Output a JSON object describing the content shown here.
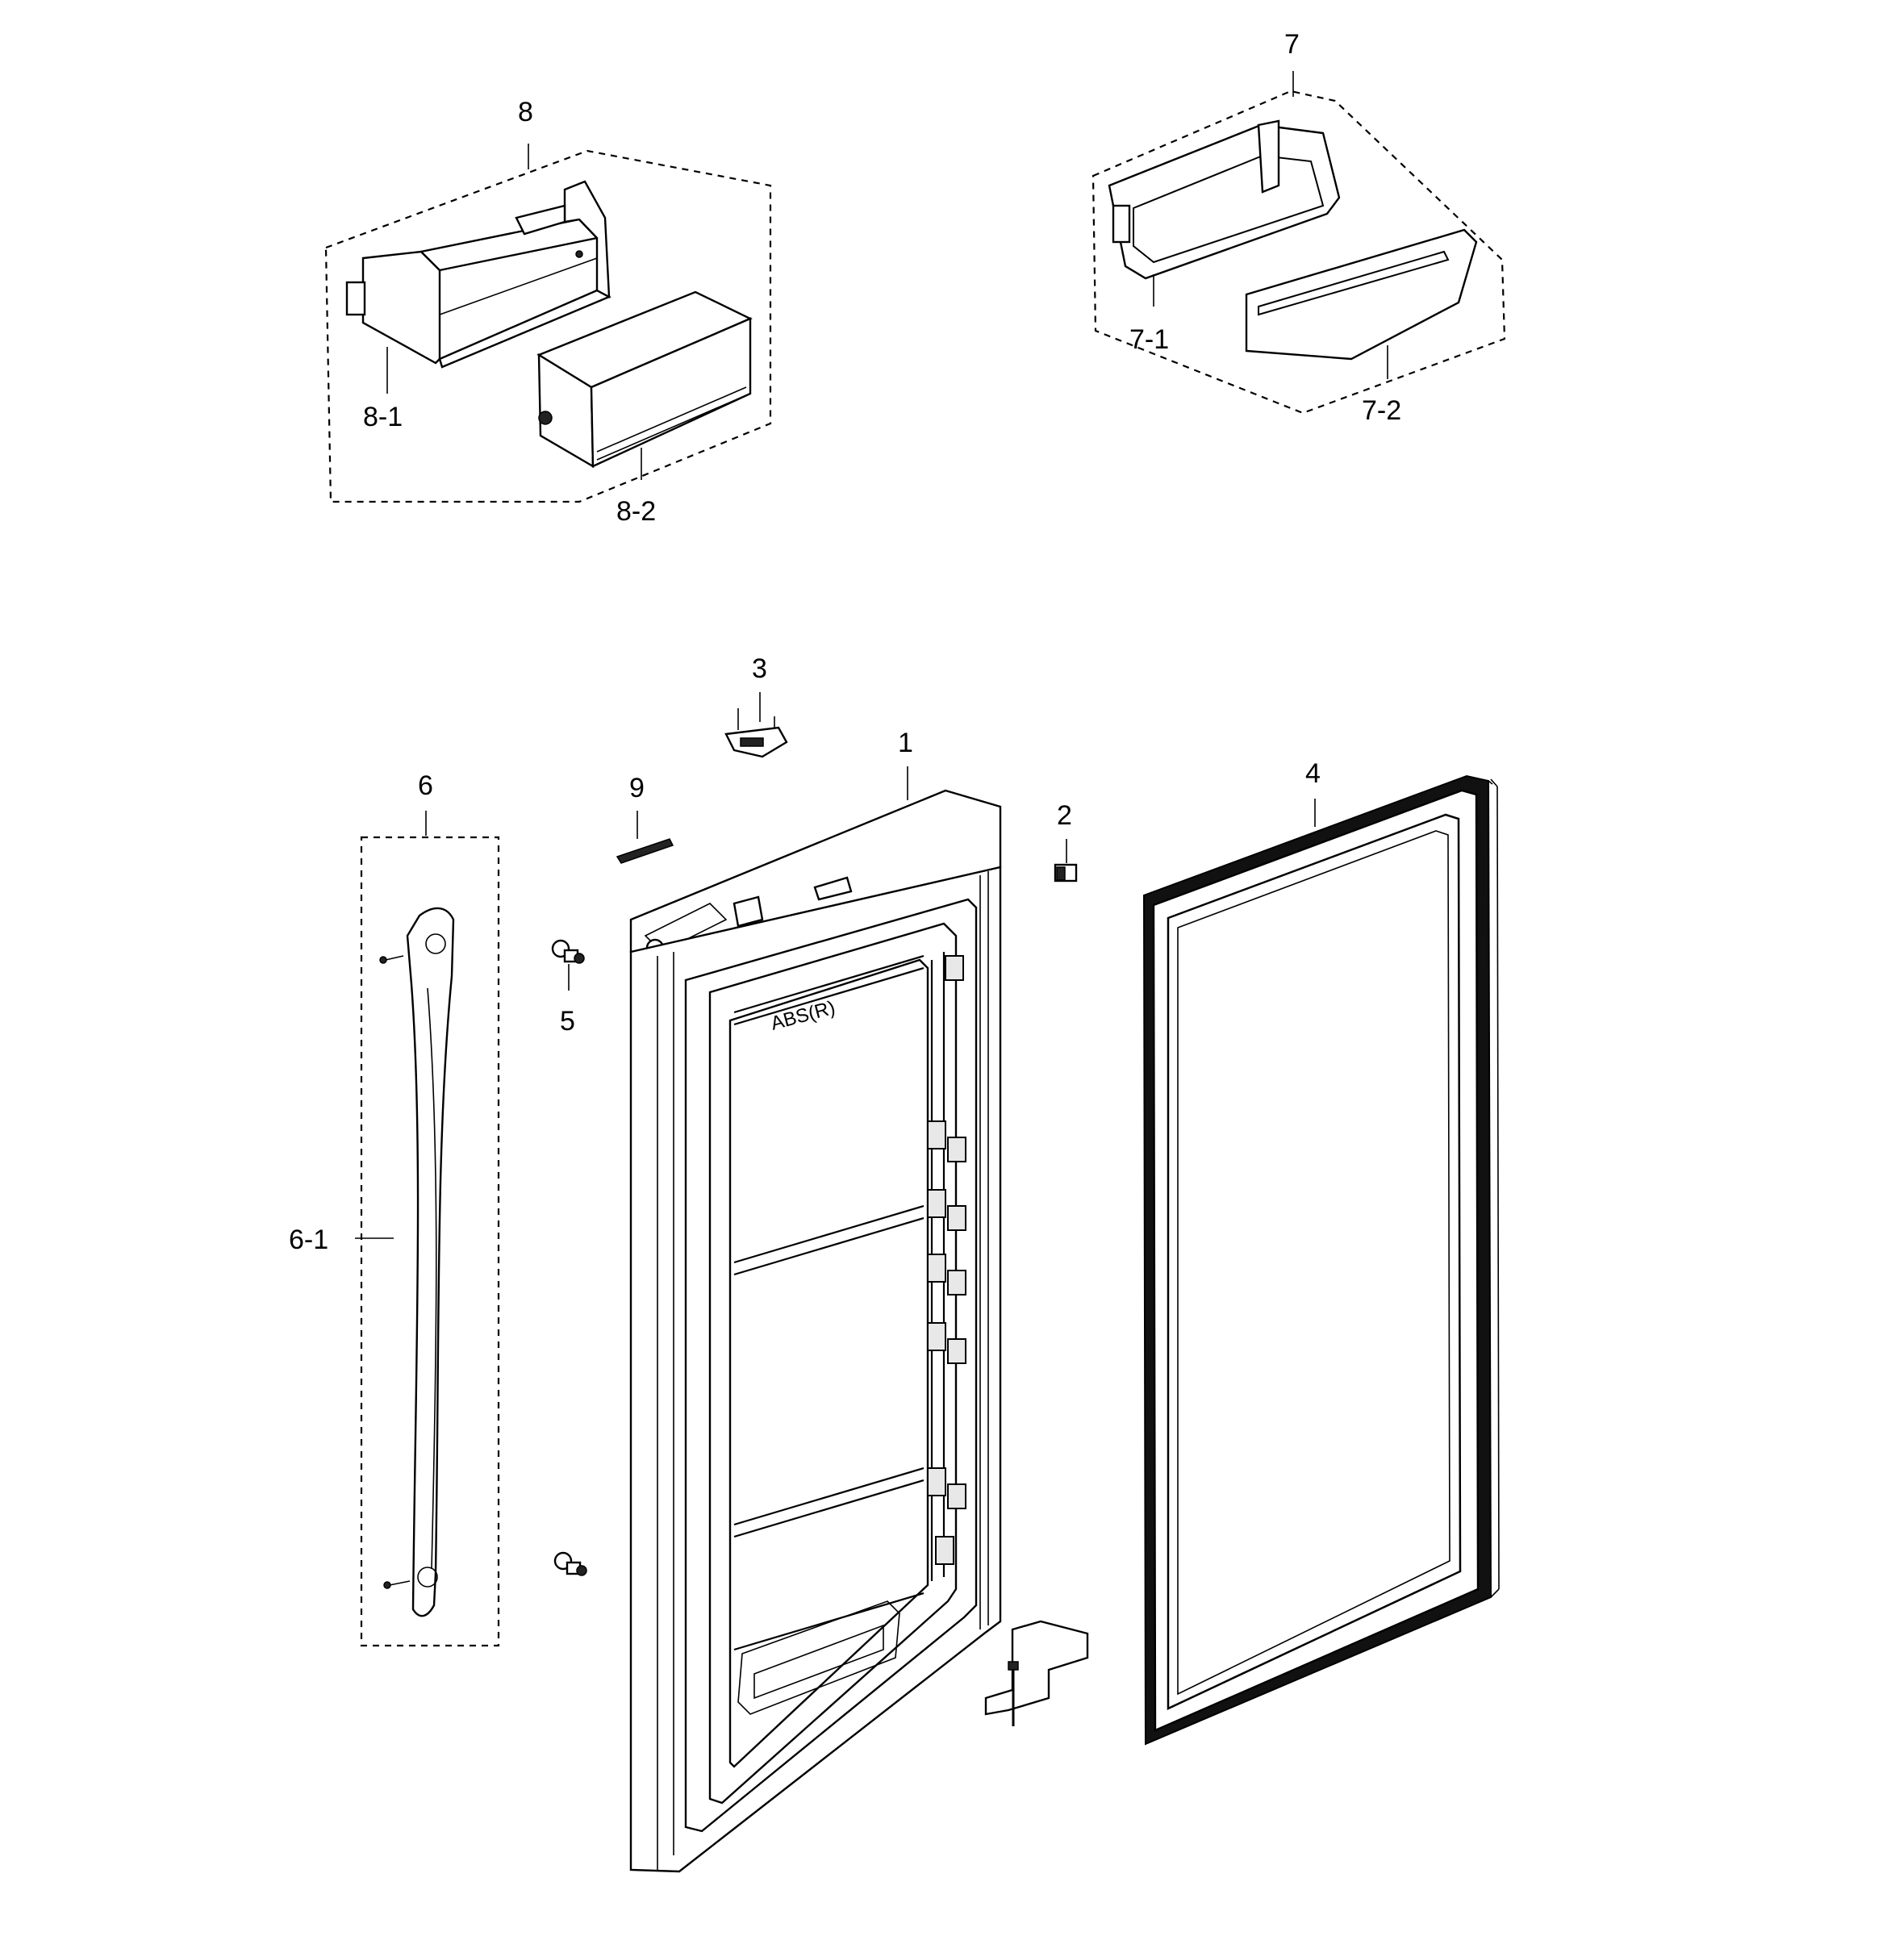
{
  "diagram": {
    "callouts": {
      "door_assembly": "1",
      "cap_2": "2",
      "hinge_cover_3": "3",
      "gasket_4": "4",
      "handle_stud_5": "5",
      "handle_group_6": "6",
      "handle_6_1": "6-1",
      "guard_group_7": "7",
      "guard_7_1": "7-1",
      "guard_7_2": "7-2",
      "dairy_group_8": "8",
      "dairy_8_1": "8-1",
      "dairy_8_2": "8-2",
      "screws_9": "9"
    },
    "embossed_text": "ABS(R)"
  }
}
